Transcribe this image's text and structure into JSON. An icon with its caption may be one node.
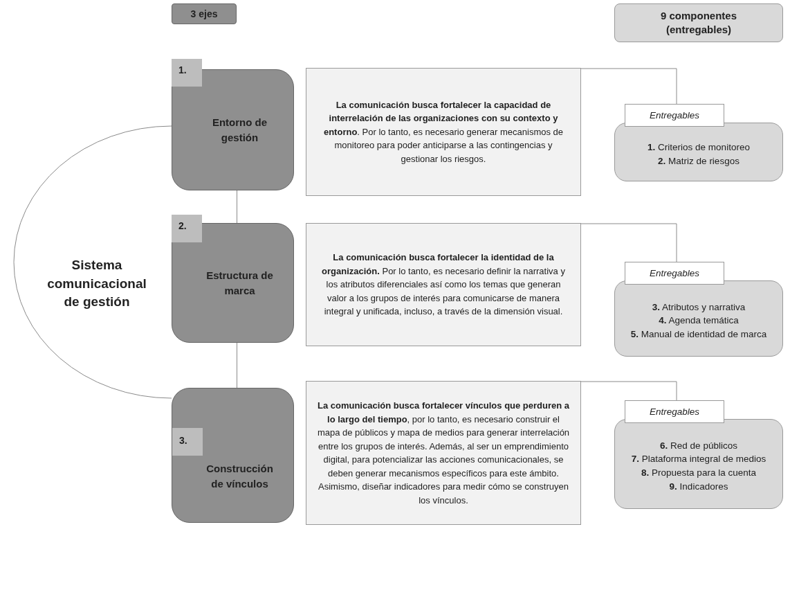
{
  "diagram": {
    "nodes": [
      {
        "text": [
          "3 ejes"
        ]
      },
      {
        "text": [
          "9 componentes (entregables)"
        ]
      },
      {
        "text": [
          "1."
        ]
      },
      {
        "text": [
          "Entorno de gestión"
        ]
      },
      {
        "text": [
          "**La comunicación busca fortalecer la capacidad de interrelación de las organizaciones con su contexto y entorno**. Por lo tanto, es necesario generar mecanismos de monitoreo para poder anticiparse a las contingencias y gestionar los riesgos."
        ]
      },
      {
        "text": [
          "Entregables"
        ]
      },
      {
        "text": [
          "**1.** Criterios de monitoreo",
          "**2.** Matriz de riesgos"
        ]
      },
      {
        "text": [
          "2."
        ]
      },
      {
        "text": [
          "Estructura de marca"
        ]
      },
      {
        "text": [
          "**La comunicación busca fortalecer la identidad de la organización.** Por lo tanto, es necesario definir la narrativa y los atributos diferenciales así como los temas que generan valor a los grupos de interés para comunicarse de manera integral y unificada, incluso, a través de la dimensión visual."
        ]
      },
      {
        "text": [
          "Entregables"
        ]
      },
      {
        "text": [
          "**3.** Atributos y narrativa",
          "**4.** Agenda temática",
          "**5.** Manual de identidad de marca"
        ]
      },
      {
        "text": [
          "3."
        ],
        "in": 13
      },
      {
        "text": [
          "Construcción de vínculos"
        ]
      },
      {
        "text": [
          "**La comunicación busca fortalecer vínculos que perduren a lo largo del tiempo**, por lo tanto, es necesario construir el mapa de públicos y mapa de medios para generar interrelación entre los grupos de interés. Además, al ser un emprendimiento digital, para potencializar las acciones comunicacionales, se deben generar mecanismos específicos para este ámbito. Asimismo, diseñar indicadores para medir cómo se construyen los vínculos."
        ]
      },
      {
        "text": [
          "Entregables"
        ]
      },
      {
        "text": [
          "**6.** Red de públicos",
          "**7.** Plataforma integral de medios",
          "**8.** Propuesta para la cuenta",
          "**9.** Indicadores"
        ]
      }
    ],
    "edges": [
      {
        "from": 3,
        "to": 8,
        "arrow": "none"
      },
      {
        "from": 8,
        "to": 13,
        "arrow": "none"
      },
      {
        "from": 3,
        "to": 13,
        "arrow": "none"
      },
      {
        "from": 4,
        "to": 5,
        "arrow": "none"
      },
      {
        "from": 9,
        "to": 10,
        "arrow": "none"
      },
      {
        "from": 14,
        "to": 15,
        "arrow": "none"
      }
    ],
    "labels": [
      "Sistema comunicacional de gestión"
    ]
  }
}
